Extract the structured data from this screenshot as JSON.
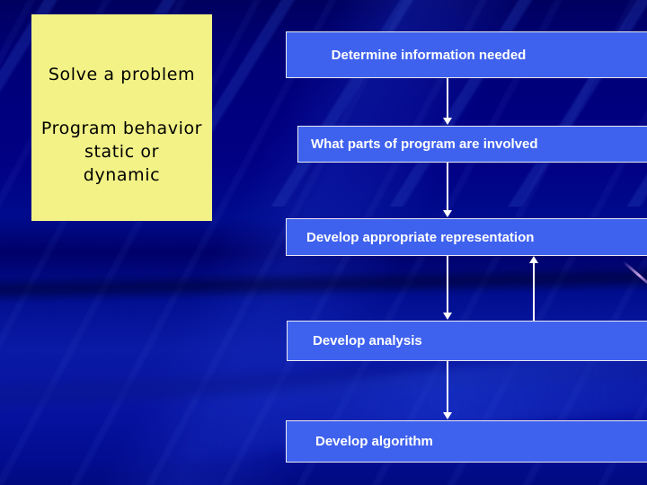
{
  "slide": {
    "background_color": "#000080",
    "accent_box_color": "#3f62ee",
    "note_color": "#f2f286",
    "connector_color": "#ffffff"
  },
  "note_panel": {
    "title": "Solve a problem",
    "lines": [
      "Program behavior",
      "static or",
      "dynamic"
    ]
  },
  "flow": {
    "steps": [
      {
        "id": "determine-information-needed",
        "label": "Determine information needed"
      },
      {
        "id": "what-parts-of-program",
        "label": "What parts of program are involved"
      },
      {
        "id": "develop-appropriate-representation",
        "label": "Develop appropriate representation"
      },
      {
        "id": "develop-analysis",
        "label": "Develop analysis"
      },
      {
        "id": "develop-algorithm",
        "label": "Develop algorithm"
      }
    ],
    "connectors": [
      {
        "id": "c1",
        "from": "determine-information-needed",
        "to": "what-parts-of-program",
        "direction": "down"
      },
      {
        "id": "c2",
        "from": "what-parts-of-program",
        "to": "develop-appropriate-representation",
        "direction": "down"
      },
      {
        "id": "c3",
        "from": "develop-appropriate-representation",
        "to": "develop-analysis",
        "direction": "down"
      },
      {
        "id": "c4",
        "from": "develop-analysis",
        "to": "develop-appropriate-representation",
        "direction": "up"
      },
      {
        "id": "c5",
        "from": "develop-analysis",
        "to": "develop-algorithm",
        "direction": "down"
      }
    ]
  }
}
